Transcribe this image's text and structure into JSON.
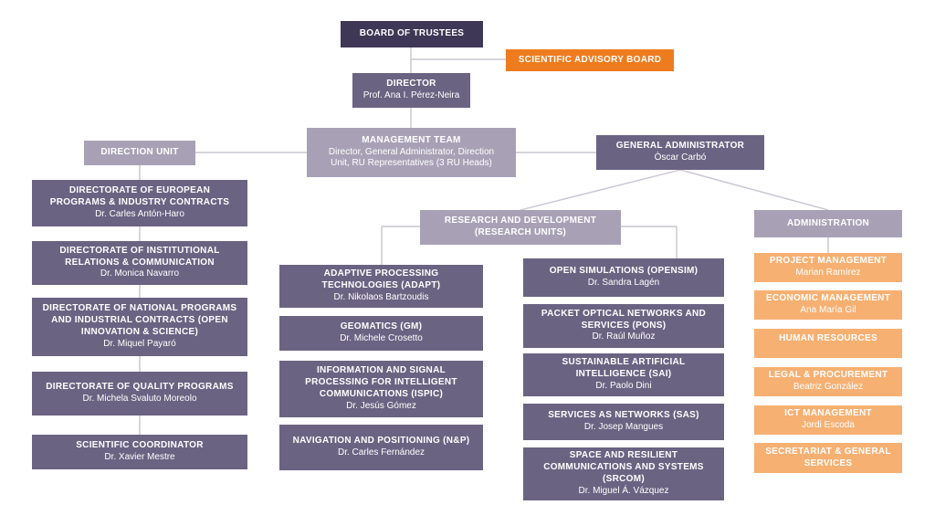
{
  "colors": {
    "dark": "#3f3756",
    "mid": "#6b6382",
    "light": "#a8a1b6",
    "orange": "#ee7c1e",
    "peach": "#f6b072",
    "connector": "#c9c5d1"
  },
  "board": {
    "title": "BOARD OF TRUSTEES"
  },
  "sab": {
    "title": "SCIENTIFIC ADVISORY BOARD"
  },
  "director": {
    "title": "DIRECTOR",
    "name": "Prof. Ana I. Pérez-Neira"
  },
  "management": {
    "title": "MANAGEMENT TEAM",
    "detail": "Director, General Administrator, Direction\nUnit, RU Representatives (3 RU Heads)"
  },
  "direction_unit": {
    "title": "DIRECTION UNIT",
    "items": [
      {
        "title": "DIRECTORATE OF EUROPEAN\nPROGRAMS & INDUSTRY CONTRACTS",
        "name": "Dr. Carles Antón-Haro"
      },
      {
        "title": "DIRECTORATE OF INSTITUTIONAL\nRELATIONS & COMMUNICATION",
        "name": "Dr. Monica Navarro"
      },
      {
        "title": "DIRECTORATE OF NATIONAL PROGRAMS\nAND INDUSTRIAL CONTRACTS (OPEN\nINNOVATION & SCIENCE)",
        "name": "Dr. Miquel Payaró"
      },
      {
        "title": "DIRECTORATE OF QUALITY PROGRAMS",
        "name": "Dr. Michela Svaluto Moreolo"
      },
      {
        "title": "SCIENTIFIC COORDINATOR",
        "name": "Dr. Xavier Mestre"
      }
    ]
  },
  "general_admin": {
    "title": "GENERAL ADMINISTRATOR",
    "name": "Òscar Carbó"
  },
  "rd": {
    "title": "RESEARCH AND DEVELOPMENT\n(RESEARCH UNITS)",
    "left_units": [
      {
        "title": "ADAPTIVE PROCESSING\nTECHNOLOGIES (ADAPT)",
        "name": "Dr. Nikolaos Bartzoudis"
      },
      {
        "title": "GEOMATICS (GM)",
        "name": "Dr. Michele Crosetto"
      },
      {
        "title": "INFORMATION AND SIGNAL\nPROCESSING FOR INTELLIGENT\nCOMMUNICATIONS (ISPIC)",
        "name": "Dr. Jesús Gómez"
      },
      {
        "title": "NAVIGATION AND POSITIONING (N&P)",
        "name": "Dr. Carles Fernández"
      }
    ],
    "right_units": [
      {
        "title": "OPEN SIMULATIONS (OPENSIM)",
        "name": "Dr. Sandra Lagén"
      },
      {
        "title": "PACKET OPTICAL NETWORKS AND\nSERVICES (PONS)",
        "name": "Dr. Raúl Muñoz"
      },
      {
        "title": "SUSTAINABLE ARTIFICIAL\nINTELLIGENCE (SAI)",
        "name": "Dr. Paolo Dini"
      },
      {
        "title": "SERVICES AS NETWORKS (SAS)",
        "name": "Dr. Josep Mangues"
      },
      {
        "title": "SPACE AND RESILIENT\nCOMMUNICATIONS AND SYSTEMS\n(SRCOM)",
        "name": "Dr. Miguel Á. Vázquez"
      }
    ]
  },
  "administration": {
    "title": "ADMINISTRATION",
    "items": [
      {
        "title": "PROJECT MANAGEMENT",
        "name": "Marian Ramírez"
      },
      {
        "title": "ECONOMIC MANAGEMENT",
        "name": "Ana María Gil"
      },
      {
        "title": "HUMAN RESOURCES",
        "name": ""
      },
      {
        "title": "LEGAL & PROCUREMENT",
        "name": "Beatriz González"
      },
      {
        "title": "ICT MANAGEMENT",
        "name": "Jordi Escoda"
      },
      {
        "title": "SECRETARIAT & GENERAL\nSERVICES",
        "name": ""
      }
    ]
  }
}
